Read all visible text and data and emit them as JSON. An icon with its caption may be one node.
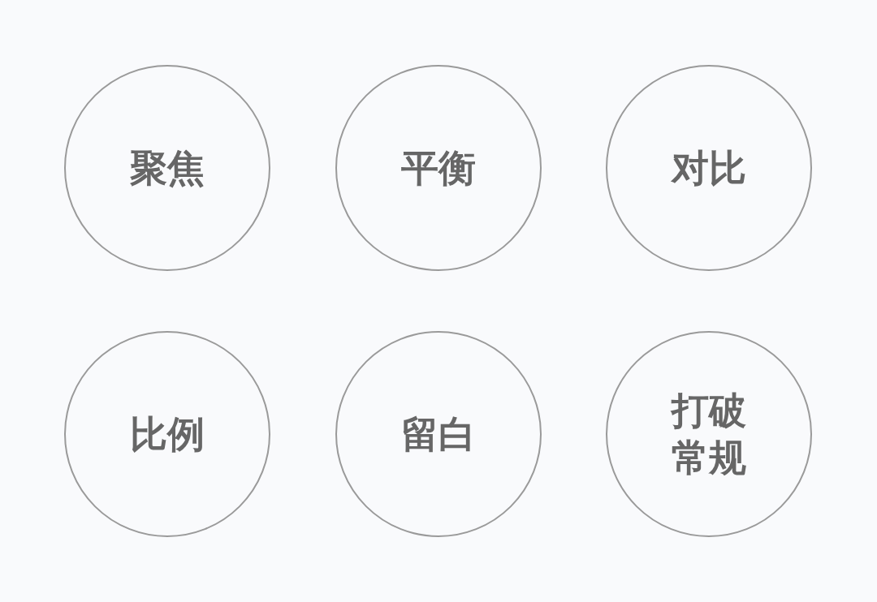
{
  "diagram": {
    "nodes": [
      {
        "text": [
          "聚焦"
        ]
      },
      {
        "text": [
          "平衡"
        ]
      },
      {
        "text": [
          "对比"
        ]
      },
      {
        "text": [
          "比例"
        ]
      },
      {
        "text": [
          "留白"
        ]
      },
      {
        "text": [
          "打破常规"
        ]
      }
    ]
  }
}
